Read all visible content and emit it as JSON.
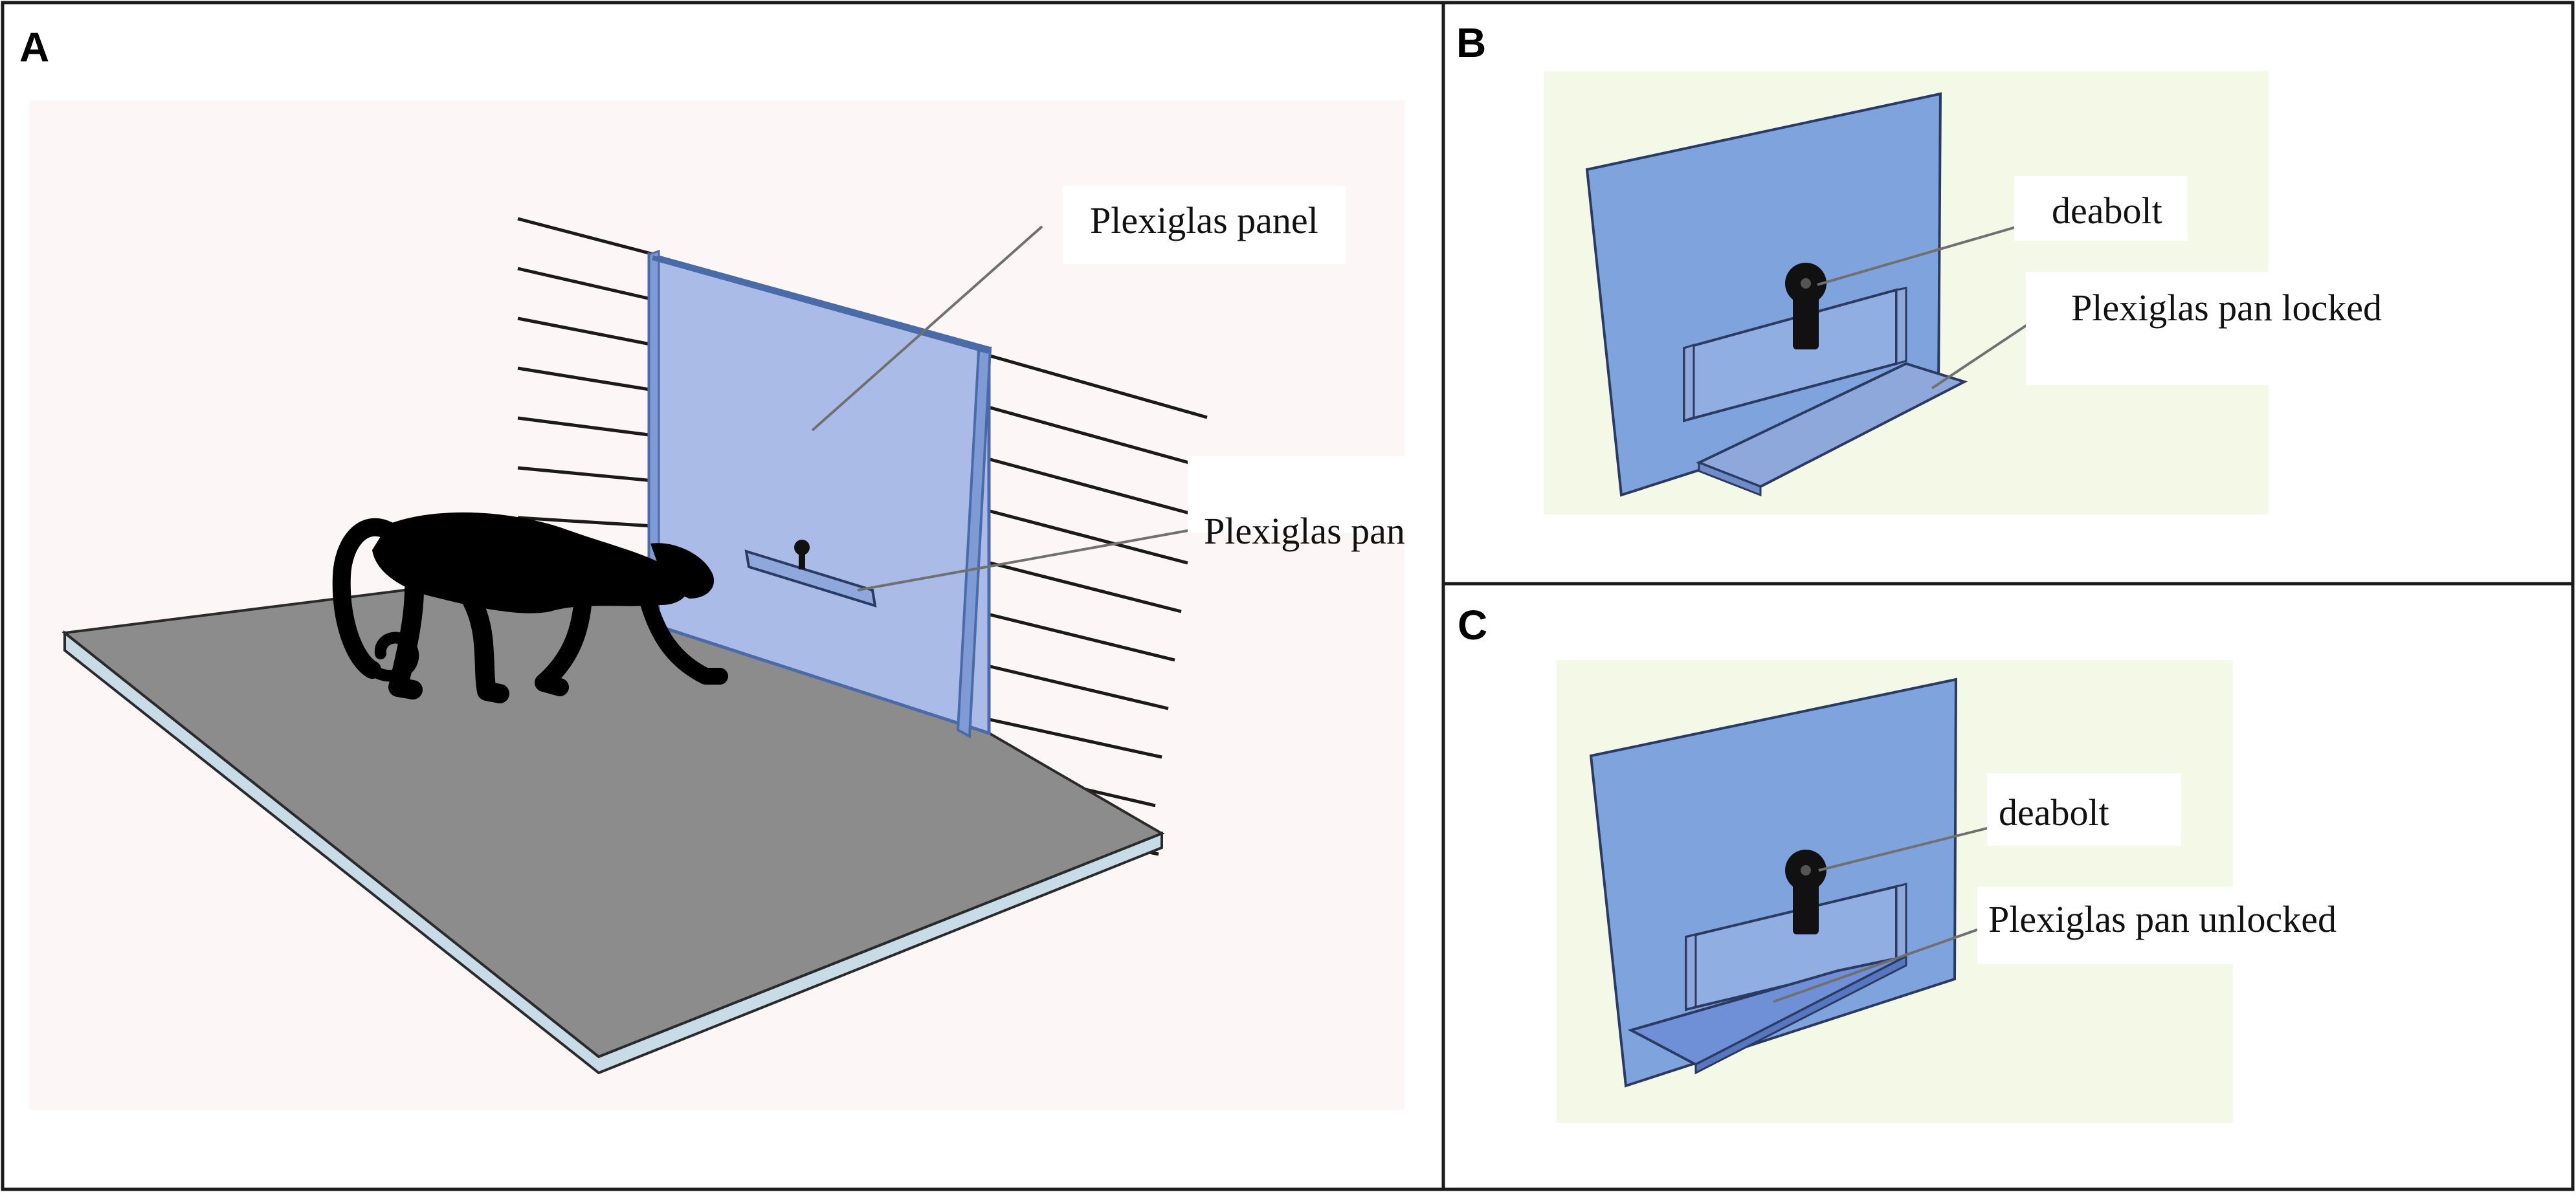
{
  "colors": {
    "frame": "#1a1a1a",
    "panel_a_background": "#fdf6f6",
    "panel_bc_background": "#f3f9e6",
    "plexiglas": "#8ea8dc",
    "plexiglas_edge": "#4a6aa8",
    "floor": "#8c8c8c",
    "floor_edge": "#c8dce8",
    "monkey": "#000000",
    "leader_line": "#707070"
  },
  "panel_a": {
    "letter": "A",
    "label_panel": "Plexiglas panel",
    "label_pan": "Plexiglas pan"
  },
  "panel_b": {
    "letter": "B",
    "label_bolt": "deabolt",
    "label_pan": "Plexiglas pan locked"
  },
  "panel_c": {
    "letter": "C",
    "label_bolt": "deabolt",
    "label_pan": "Plexiglas pan unlocked"
  }
}
